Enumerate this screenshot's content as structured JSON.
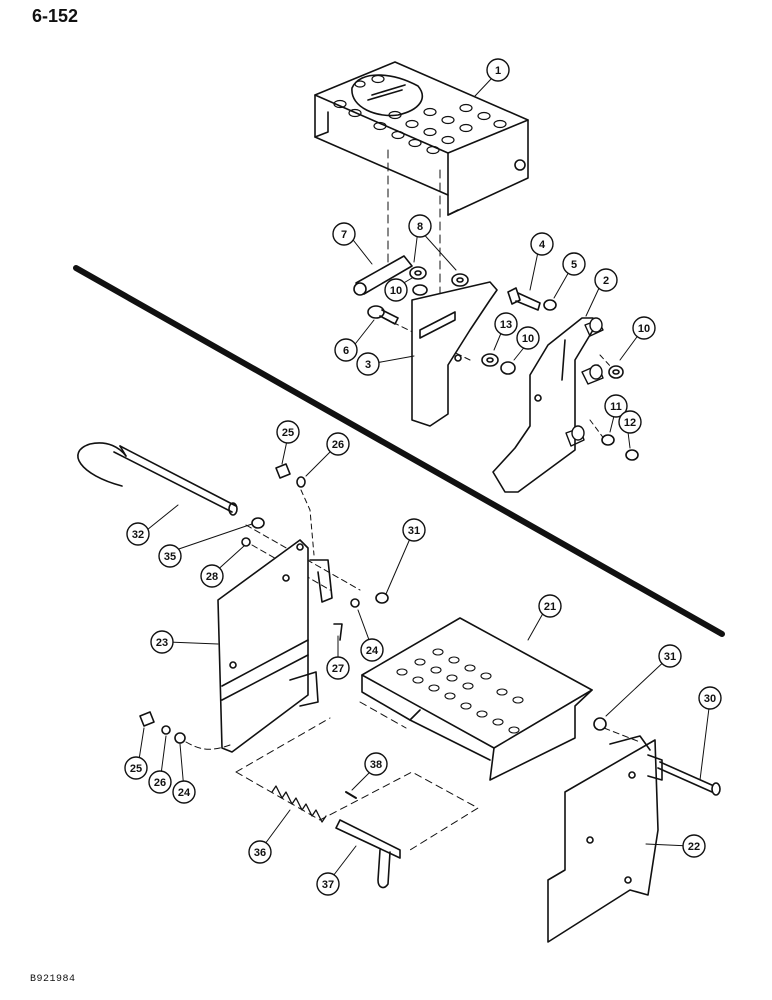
{
  "page_number": "6-152",
  "figure_code": "B921984",
  "callouts": [
    "1",
    "2",
    "3",
    "4",
    "5",
    "6",
    "7",
    "8",
    "10",
    "10",
    "10",
    "11",
    "12",
    "13",
    "21",
    "22",
    "23",
    "24",
    "24",
    "25",
    "25",
    "26",
    "26",
    "27",
    "28",
    "30",
    "31",
    "31",
    "32",
    "35",
    "36",
    "37",
    "38"
  ]
}
